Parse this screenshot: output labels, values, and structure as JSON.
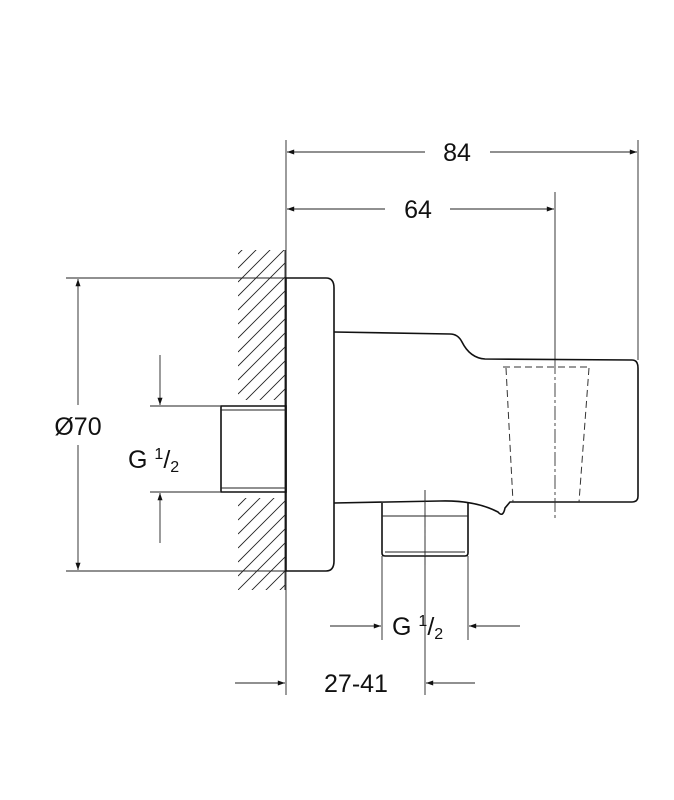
{
  "dimensions": {
    "overall_length": "84",
    "holder_length": "64",
    "flange_diameter": "Ø70",
    "inlet_thread": {
      "prefix": "G ",
      "num": "1",
      "den": "2"
    },
    "outlet_thread": {
      "prefix": "G ",
      "num": "1",
      "den": "2"
    },
    "wall_depth": "27-41"
  }
}
